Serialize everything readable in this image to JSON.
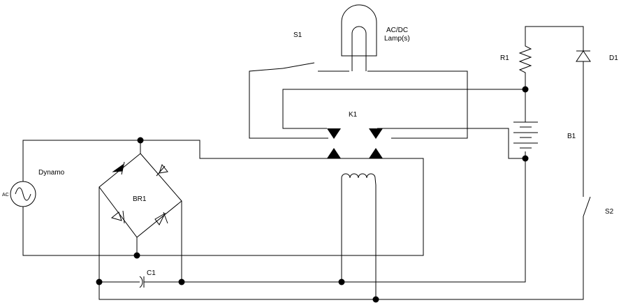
{
  "components": {
    "switch_s1": "S1",
    "lamp": "AC/DC",
    "lamp_sub": "Lamp(s)",
    "resistor_r1": "R1",
    "diode_d1": "D1",
    "relay_k1": "K1",
    "battery_b1": "B1",
    "generator": "Dynamo",
    "generator_source": "AC",
    "bridge_rectifier": "BR1",
    "switch_s2": "S2",
    "capacitor_c1": "C1"
  }
}
